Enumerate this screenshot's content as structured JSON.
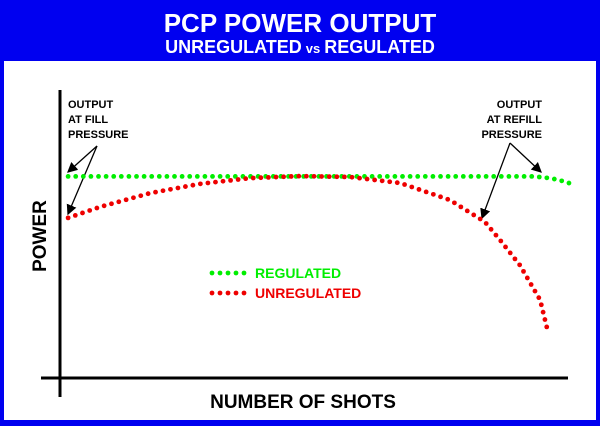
{
  "chart_data": {
    "type": "line",
    "title": "PCP POWER OUTPUT",
    "subtitle_left": "UNREGULATED",
    "subtitle_vs": "vs",
    "subtitle_right": "REGULATED",
    "xlabel": "NUMBER OF SHOTS",
    "ylabel": "POWER",
    "xlim": [
      0,
      100
    ],
    "ylim": [
      0,
      100
    ],
    "grid": false,
    "legend_placement": "center-left",
    "series": [
      {
        "name": "REGULATED",
        "color": "#00ee00",
        "x": [
          1.6,
          20,
          40,
          60,
          80,
          93.5,
          97,
          100,
          101.6
        ],
        "y": [
          70,
          70,
          70,
          70,
          70,
          70,
          69.3,
          68,
          66.7
        ]
      },
      {
        "name": "UNREGULATED",
        "color": "#ee0000",
        "x": [
          1.6,
          7.9,
          17.8,
          27.6,
          37.5,
          47.3,
          57.2,
          67.1,
          76.9,
          83.8,
          86.8,
          90.7,
          94.7,
          96.3
        ],
        "y": [
          55.6,
          59.4,
          64.2,
          67.4,
          69.4,
          70.1,
          69.8,
          67.7,
          61.8,
          54.2,
          47.9,
          39.2,
          27.1,
          15.6
        ]
      }
    ],
    "annotations": [
      {
        "lines": [
          "OUTPUT",
          "AT FILL",
          "PRESSURE"
        ]
      },
      {
        "lines": [
          "OUTPUT",
          "AT REFILL",
          "PRESSURE"
        ]
      }
    ]
  }
}
